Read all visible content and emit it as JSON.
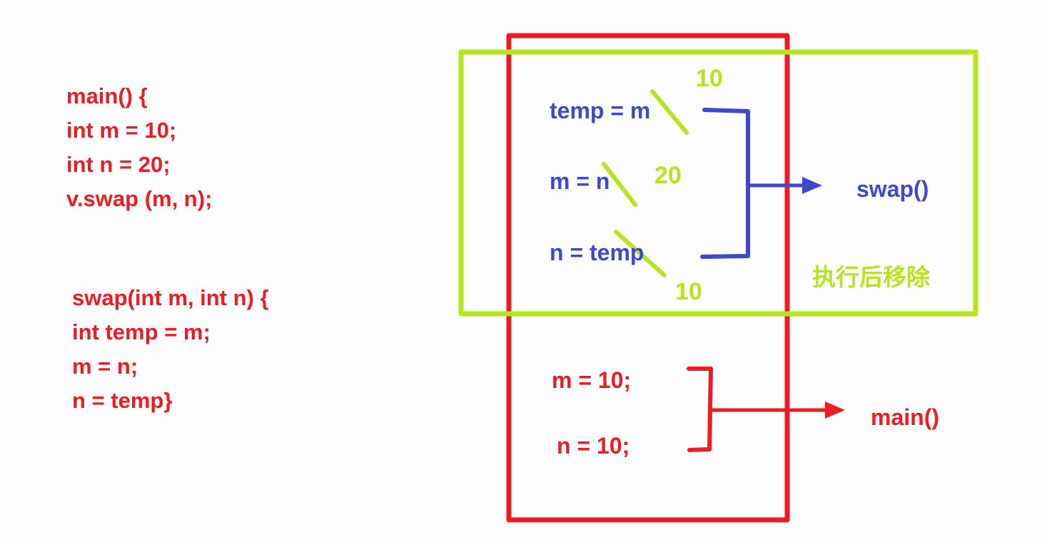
{
  "colors": {
    "red": "#ec1c24",
    "blue": "#3f48cc",
    "green": "#b5e61d"
  },
  "code": {
    "main_lines": [
      "main() {",
      "int m = 10;",
      "int n = 20;",
      "v.swap (m, n);"
    ],
    "swap_lines": [
      "swap(int m, int n) {",
      "int temp = m;",
      "m = n;",
      "n = temp}"
    ]
  },
  "swap_frame": {
    "lines": [
      "temp = m",
      "m = n",
      "n = temp"
    ],
    "annotations": [
      "10",
      "20",
      "10"
    ],
    "label": "swap()",
    "removal_note": "执行后移除"
  },
  "main_frame": {
    "lines": [
      "m = 10;",
      "n = 10;"
    ],
    "label": "main()"
  }
}
